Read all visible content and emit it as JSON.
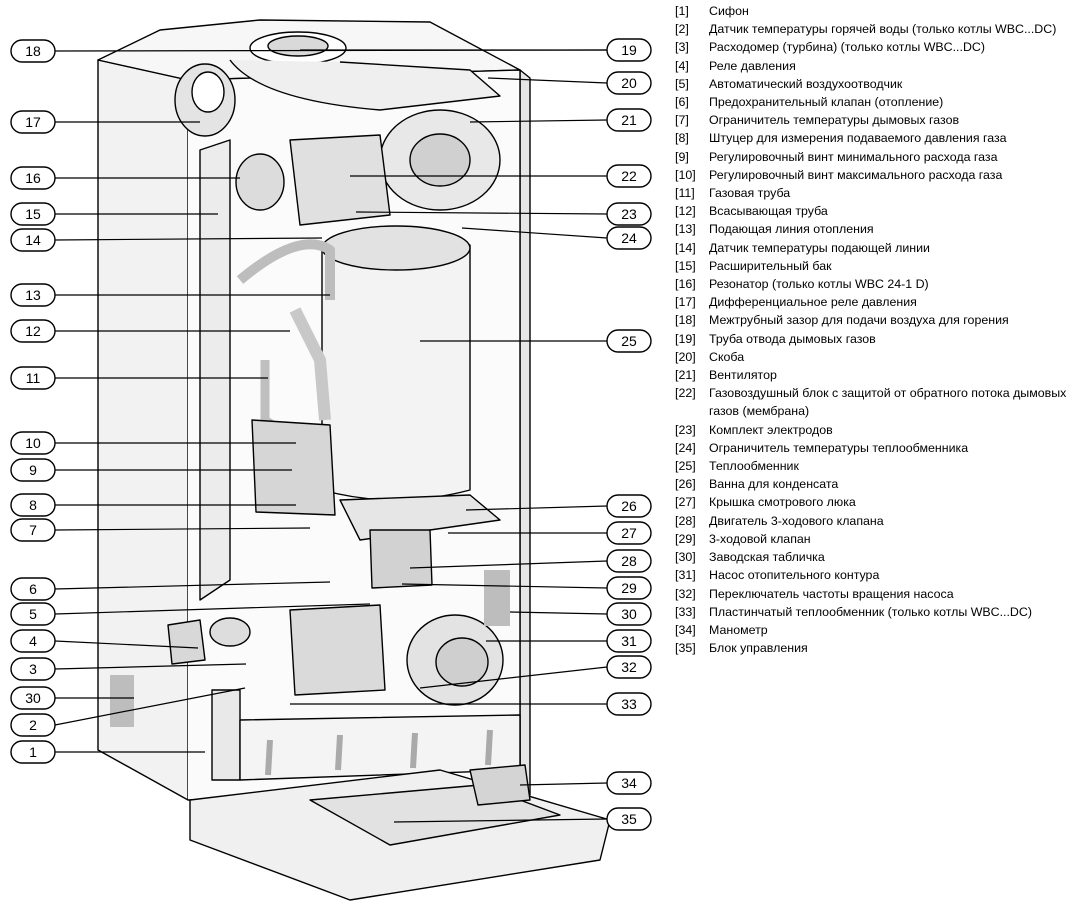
{
  "callouts_left": [
    "18",
    "17",
    "16",
    "15",
    "14",
    "13",
    "12",
    "11",
    "10",
    "9",
    "8",
    "7",
    "6",
    "5",
    "4",
    "3",
    "30",
    "2",
    "1"
  ],
  "callouts_right": [
    "19",
    "20",
    "21",
    "22",
    "23",
    "24",
    "25",
    "26",
    "27",
    "28",
    "29",
    "30",
    "31",
    "32",
    "33",
    "34",
    "35"
  ],
  "legend": [
    {
      "num": "[1]",
      "text": "Сифон"
    },
    {
      "num": "[2]",
      "text": "Датчик температуры горячей воды (только котлы WBC...DC)"
    },
    {
      "num": "[3]",
      "text": "Расходомер (турбина) (только котлы WBC...DC)"
    },
    {
      "num": "[4]",
      "text": "Реле давления"
    },
    {
      "num": "[5]",
      "text": "Автоматический воздухоотводчик"
    },
    {
      "num": "[6]",
      "text": "Предохранительный клапан (отопление)"
    },
    {
      "num": "[7]",
      "text": "Ограничитель температуры дымовых газов"
    },
    {
      "num": "[8]",
      "text": "Штуцер для измерения подаваемого давления газа"
    },
    {
      "num": "[9]",
      "text": "Регулировочный винт минимального расхода газа"
    },
    {
      "num": "[10]",
      "text": "Регулировочный винт максимального расхода газа"
    },
    {
      "num": "[11]",
      "text": "Газовая труба"
    },
    {
      "num": "[12]",
      "text": "Всасывающая труба"
    },
    {
      "num": "[13]",
      "text": "Подающая линия отопления"
    },
    {
      "num": "[14]",
      "text": "Датчик температуры подающей линии"
    },
    {
      "num": "[15]",
      "text": "Расширительный бак"
    },
    {
      "num": "[16]",
      "text": "Резонатор (только котлы WBC 24-1 D)"
    },
    {
      "num": "[17]",
      "text": "Дифференциальное реле давления"
    },
    {
      "num": "[18]",
      "text": "Межтрубный зазор для подачи воздуха для горения"
    },
    {
      "num": "[19]",
      "text": "Труба отвода дымовых газов"
    },
    {
      "num": "[20]",
      "text": "Скоба"
    },
    {
      "num": "[21]",
      "text": "Вентилятор"
    },
    {
      "num": "[22]",
      "text": "Газовоздушный блок с защитой от обратного потока дымовых газов (мембрана)"
    },
    {
      "num": "[23]",
      "text": "Комплект электродов"
    },
    {
      "num": "[24]",
      "text": "Ограничитель температуры теплообменника"
    },
    {
      "num": "[25]",
      "text": "Теплообменник"
    },
    {
      "num": "[26]",
      "text": "Ванна для конденсата"
    },
    {
      "num": "[27]",
      "text": "Крышка смотрового люка"
    },
    {
      "num": "[28]",
      "text": "Двигатель 3-ходового клапана"
    },
    {
      "num": "[29]",
      "text": "3-ходовой клапан"
    },
    {
      "num": "[30]",
      "text": "Заводская табличка"
    },
    {
      "num": "[31]",
      "text": "Насос отопительного контура"
    },
    {
      "num": "[32]",
      "text": "Переключатель частоты вращения насоса"
    },
    {
      "num": "[33]",
      "text": "Пластинчатый теплообменник (только котлы WBC...DC)"
    },
    {
      "num": "[34]",
      "text": "Манометр"
    },
    {
      "num": "[35]",
      "text": "Блок управления"
    }
  ]
}
